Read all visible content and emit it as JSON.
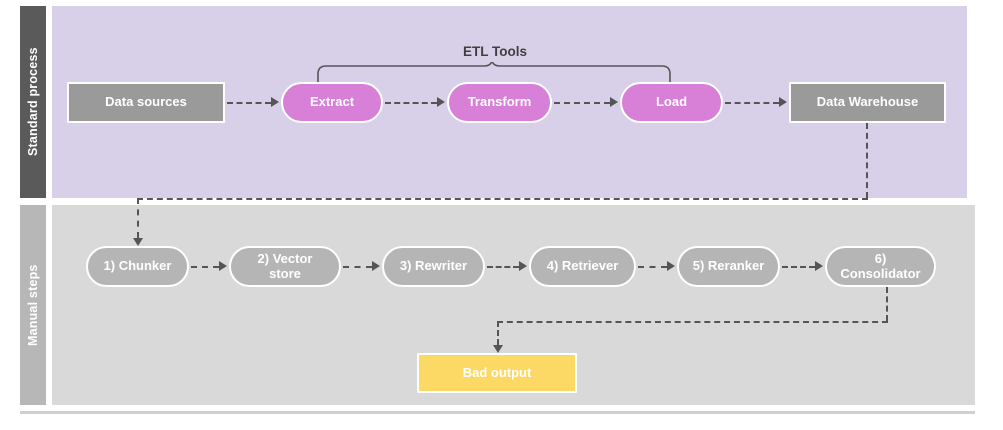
{
  "diagram": {
    "title_caption": "ETL Tools",
    "lanes": [
      {
        "id": "standard",
        "label": "Standard process",
        "band_color": "#5a5a5a",
        "body_color": "#d8d0e8"
      },
      {
        "id": "manual",
        "label": "Manual steps",
        "band_color": "#b7b7b7",
        "body_color": "#d9d9d9"
      }
    ],
    "standard_process": {
      "nodes": [
        {
          "id": "data-sources",
          "label": "Data sources",
          "shape": "rect",
          "color": "#9a9a9a"
        },
        {
          "id": "extract",
          "label": "Extract",
          "shape": "pill",
          "color": "#d87fd8"
        },
        {
          "id": "transform",
          "label": "Transform",
          "shape": "pill",
          "color": "#d87fd8"
        },
        {
          "id": "load",
          "label": "Load",
          "shape": "pill",
          "color": "#d87fd8"
        },
        {
          "id": "data-warehouse",
          "label": "Data Warehouse",
          "shape": "rect",
          "color": "#9a9a9a"
        }
      ]
    },
    "manual_steps": {
      "nodes": [
        {
          "id": "chunker",
          "label": "1) Chunker",
          "shape": "pill",
          "color": "#b5b5b5"
        },
        {
          "id": "vector-store",
          "label": "2) Vector store",
          "shape": "pill",
          "color": "#b5b5b5"
        },
        {
          "id": "rewriter",
          "label": "3) Rewriter",
          "shape": "pill",
          "color": "#b5b5b5"
        },
        {
          "id": "retriever",
          "label": "4) Retriever",
          "shape": "pill",
          "color": "#b5b5b5"
        },
        {
          "id": "reranker",
          "label": "5) Reranker",
          "shape": "pill",
          "color": "#b5b5b5"
        },
        {
          "id": "consolidator",
          "label": "6) Consolidator",
          "shape": "pill",
          "color": "#b5b5b5"
        }
      ],
      "output": {
        "id": "bad-output",
        "label": "Bad output",
        "shape": "rect",
        "color": "#fcd964"
      }
    },
    "connector_color": "#555555"
  }
}
